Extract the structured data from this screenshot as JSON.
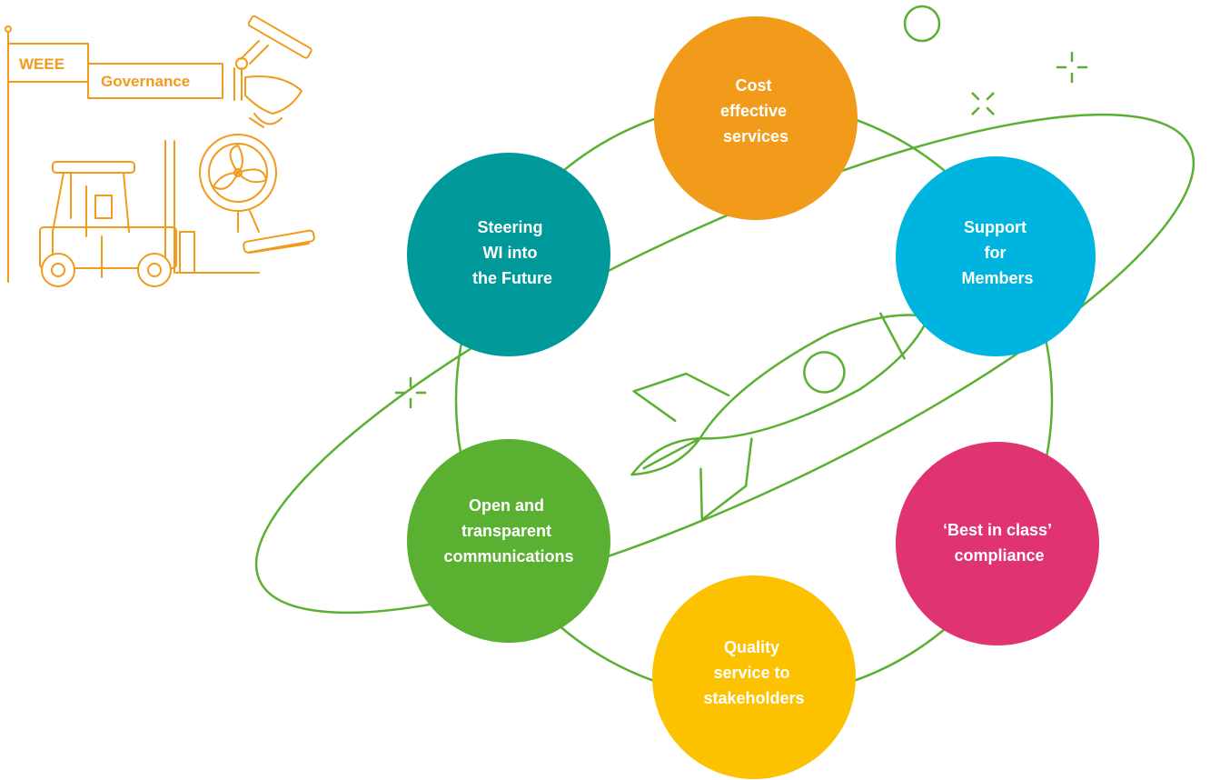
{
  "colors": {
    "line_green": "#5ab030",
    "illustration_orange": "#f29a1a",
    "orange": "#f29a1a",
    "blue": "#00b4e0",
    "pink": "#e03472",
    "yellow": "#fcc200",
    "green": "#5ab030",
    "teal": "#00999a"
  },
  "flag": {
    "line1": "WEEE",
    "line2": "Governance"
  },
  "nodes": [
    {
      "id": "cost",
      "color": "#f29a1a",
      "lines": [
        "Cost",
        "effective",
        "services"
      ]
    },
    {
      "id": "support",
      "color": "#00b4e0",
      "lines": [
        "Support",
        "for",
        "Members"
      ]
    },
    {
      "id": "compliance",
      "color": "#e03472",
      "lines": [
        "‘Best in class’",
        "compliance"
      ]
    },
    {
      "id": "quality",
      "color": "#fcc200",
      "lines": [
        "Quality",
        "service to",
        "stakeholders"
      ]
    },
    {
      "id": "communications",
      "color": "#5ab030",
      "lines": [
        "Open and",
        "transparent",
        "communications"
      ]
    },
    {
      "id": "steering",
      "color": "#00999a",
      "lines": [
        "Steering",
        "WI into",
        "the Future"
      ]
    }
  ],
  "icons": [
    "rocket-icon",
    "planet-orbit",
    "sparkle-icon",
    "forklift-icon",
    "fan-icon",
    "robot-arm-icon"
  ]
}
